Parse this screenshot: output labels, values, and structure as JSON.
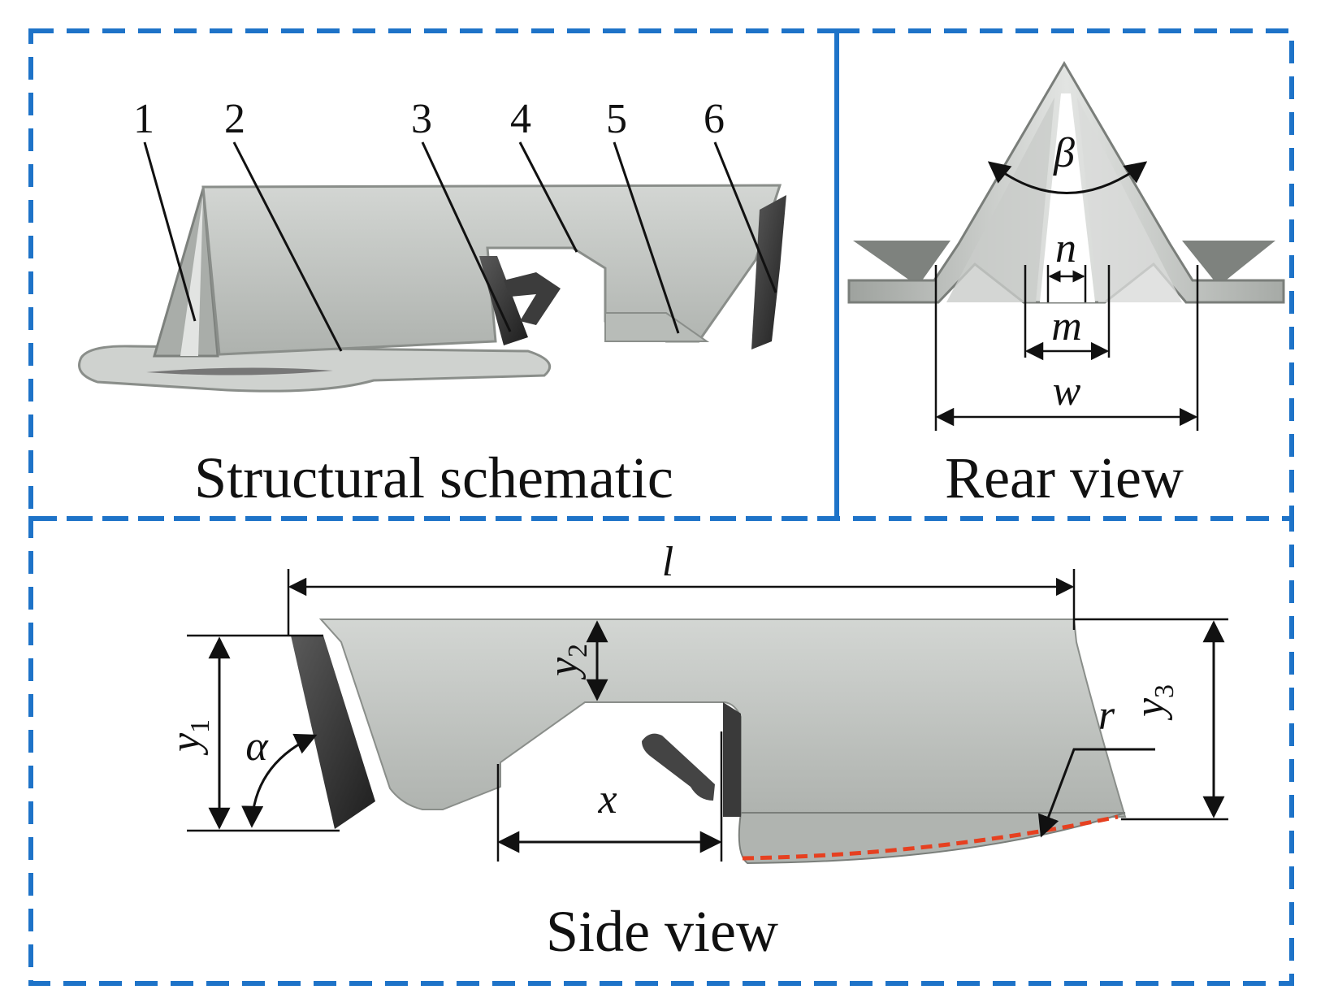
{
  "panels": {
    "structural": {
      "caption": "Structural schematic",
      "parts": [
        "1",
        "2",
        "3",
        "4",
        "5",
        "6"
      ]
    },
    "rear": {
      "caption": "Rear view",
      "beta": "β",
      "n": "n",
      "m": "m",
      "w": "w"
    },
    "side": {
      "caption": "Side view",
      "l": "l",
      "x": "x",
      "r": "r",
      "alpha": "α",
      "y1": "y",
      "y1_sub": "1",
      "y2": "y",
      "y2_sub": "2",
      "y3": "y",
      "y3_sub": "3"
    }
  },
  "colors": {
    "frame": "#1e73c8",
    "metal": "#c2c6c2",
    "dark": "#2b2b2b",
    "arc_highlight": "#e64020",
    "ink": "#111111"
  }
}
